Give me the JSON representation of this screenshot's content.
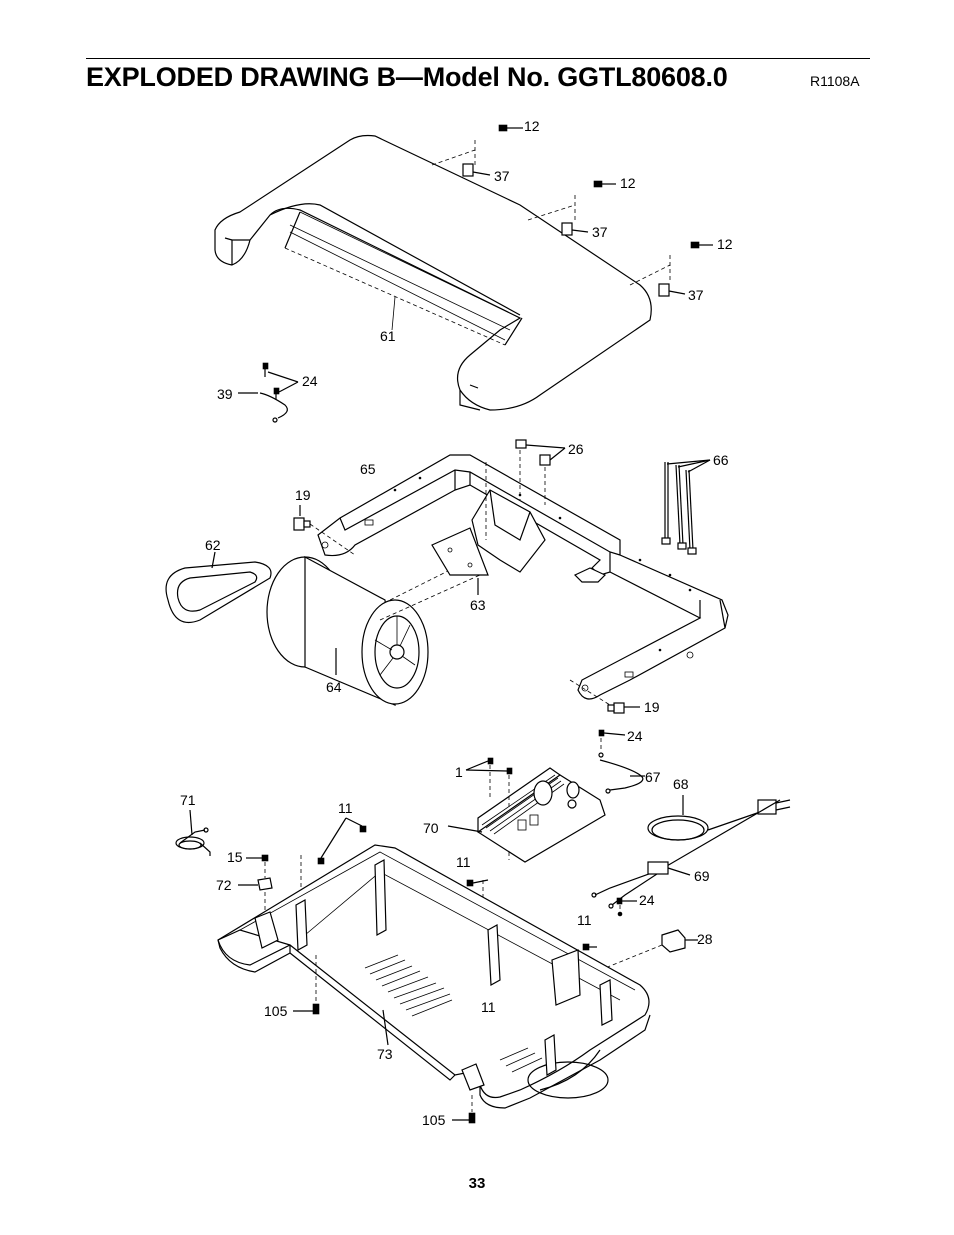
{
  "header": {
    "title": "EXPLODED DRAWING B—Model No. GGTL80608.0",
    "drawing_code": "R1108A"
  },
  "footer": {
    "page_number": "33"
  },
  "parts": {
    "p12": "12",
    "p37": "37",
    "p61": "61",
    "p24": "24",
    "p39": "39",
    "p26": "26",
    "p65": "65",
    "p66": "66",
    "p19": "19",
    "p62": "62",
    "p63": "63",
    "p64": "64",
    "p1": "1",
    "p67": "67",
    "p68": "68",
    "p71": "71",
    "p11": "11",
    "p70": "70",
    "p15": "15",
    "p72": "72",
    "p69": "69",
    "p28": "28",
    "p105": "105",
    "p73": "73"
  }
}
